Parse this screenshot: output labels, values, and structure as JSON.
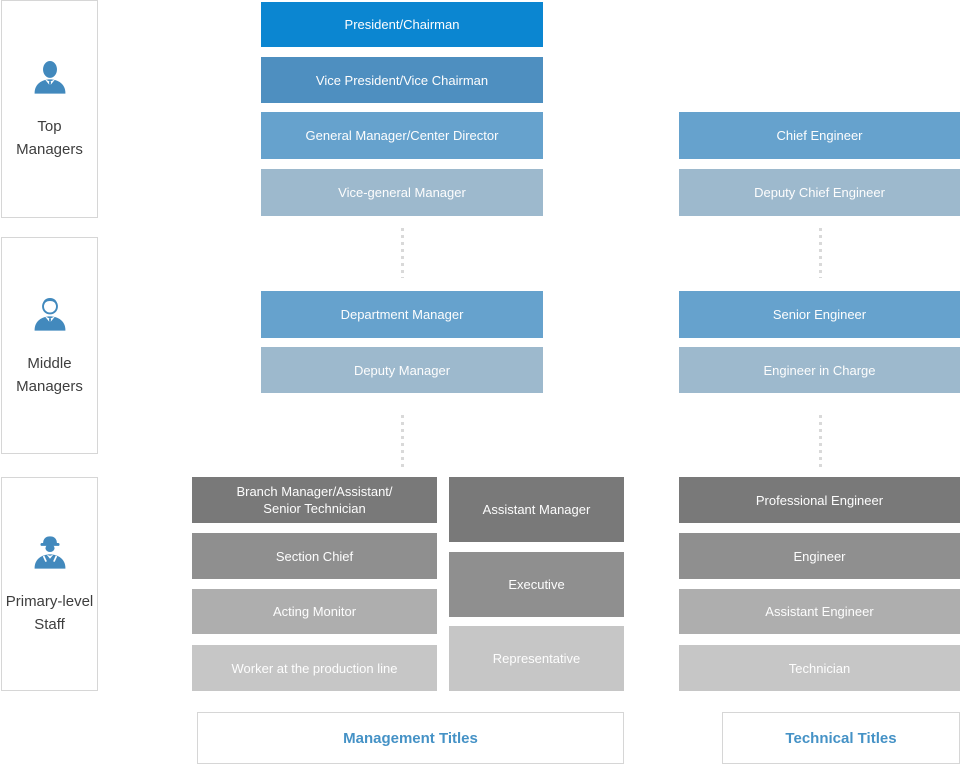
{
  "colors": {
    "level1_blue": "#0b86d1",
    "level2_blue": "#4e8fc0",
    "level3_blue": "#66a2cd",
    "level4_blue": "#9db9cd",
    "gray_dark": "#797979",
    "gray_mid": "#8f8f8f",
    "gray_light": "#aeaeae",
    "gray_lighter": "#c6c6c6",
    "icon_blue": "#4289bd",
    "title_blue": "#4592c6",
    "border_gray": "#d6d6d6",
    "dot_gray": "#d9d9d9",
    "legend_text": "#3e3e3e"
  },
  "legend": {
    "groups": [
      {
        "label": "Top\nManagers",
        "icon": "top-managers-icon"
      },
      {
        "label": "Middle\nManagers",
        "icon": "middle-managers-icon"
      },
      {
        "label": "Primary-level\nStaff",
        "icon": "primary-level-staff-icon"
      }
    ]
  },
  "management": {
    "senior": [
      "President/Chairman",
      "Vice President/Vice Chairman",
      "General Manager/Center Director",
      "Vice-general Manager"
    ],
    "middle": [
      "Department Manager",
      "Deputy Manager"
    ],
    "primary_left": [
      "Branch Manager/Assistant/\nSenior Technician",
      "Section Chief",
      "Acting Monitor",
      "Worker at the production line"
    ],
    "primary_right": [
      "Assistant Manager",
      "Executive",
      "Representative"
    ],
    "footer_label": "Management Titles"
  },
  "technical": {
    "senior": [
      "Chief Engineer",
      "Deputy Chief Engineer"
    ],
    "middle": [
      "Senior Engineer",
      "Engineer in Charge"
    ],
    "primary": [
      "Professional Engineer",
      "Engineer",
      "Assistant Engineer",
      "Technician"
    ],
    "footer_label": "Technical Titles"
  }
}
